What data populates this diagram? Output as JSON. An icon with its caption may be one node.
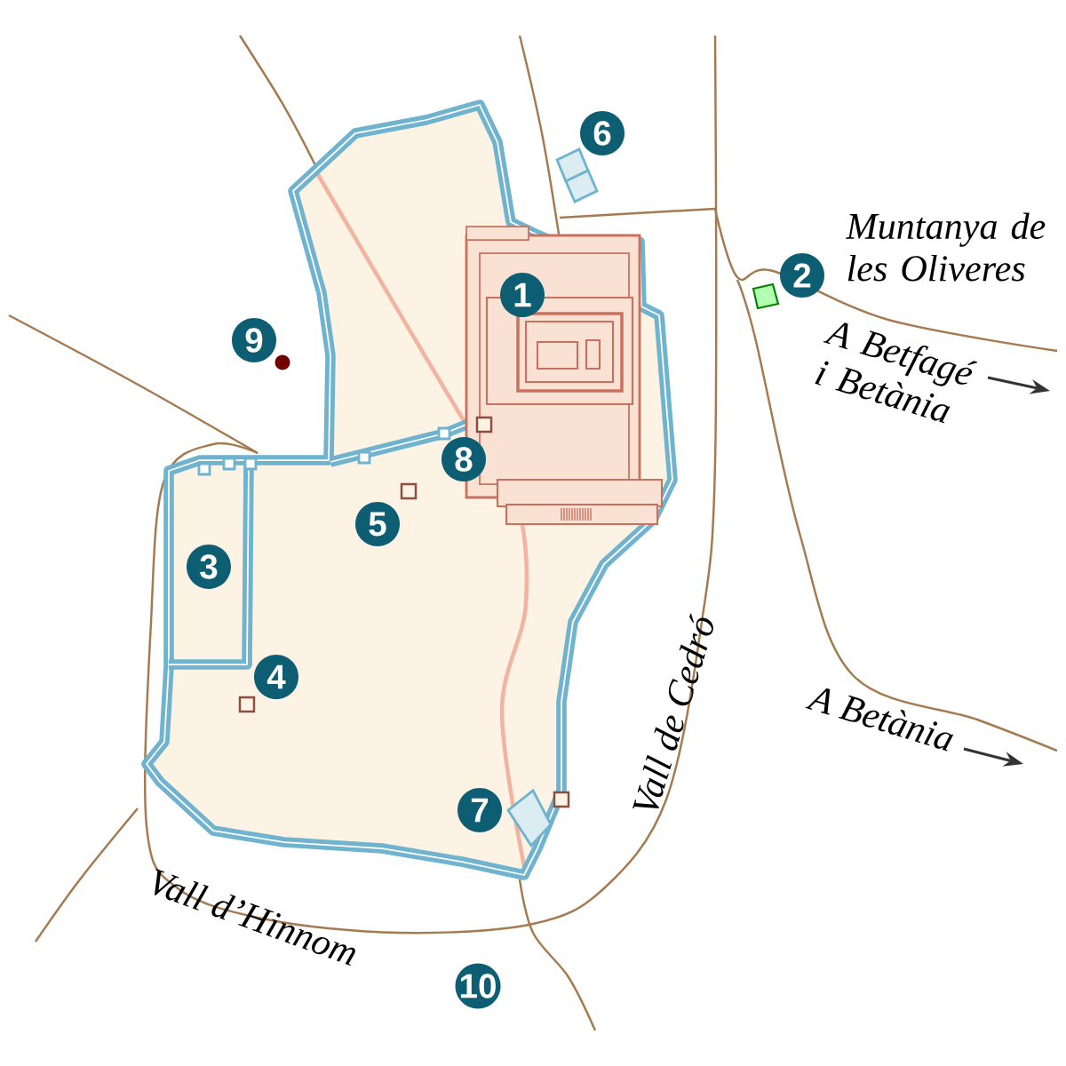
{
  "diagram": {
    "labels": [
      "6",
      "Muntanya de les Oliveres",
      "2",
      "1",
      "9",
      "A Betfagé i Betània",
      "8",
      "5",
      "3",
      "4",
      "A Betània",
      "Vall de Cedró",
      "7",
      "Vall d’Hinnom",
      "10"
    ]
  }
}
